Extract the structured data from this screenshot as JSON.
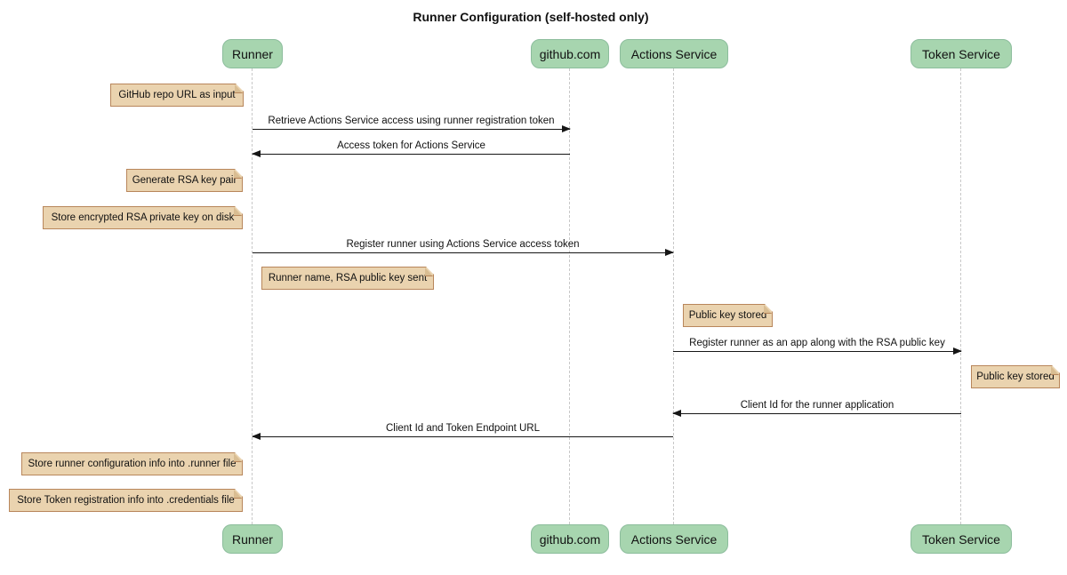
{
  "title": "Runner Configuration (self-hosted only)",
  "colors": {
    "participant_fill": "#A7D5AF",
    "participant_border": "#8CBD9C",
    "note_fill": "#EAD3AF",
    "note_border": "#B8865B",
    "note_fold": "#D9BD92",
    "line_color": "#161616",
    "lifeline_color": "#C8C8C8",
    "text_color": "#111111"
  },
  "participants": [
    {
      "label": "Runner"
    },
    {
      "label": "github.com"
    },
    {
      "label": "Actions Service"
    },
    {
      "label": "Token Service"
    }
  ],
  "messages": [
    {
      "text": "Retrieve Actions Service access using runner registration token",
      "from": "Runner",
      "to": "github.com"
    },
    {
      "text": "Access token for Actions Service",
      "from": "github.com",
      "to": "Runner"
    },
    {
      "text": "Register runner using Actions Service access token",
      "from": "Runner",
      "to": "Actions Service"
    },
    {
      "text": "Register runner as an app along with the RSA public key",
      "from": "Actions Service",
      "to": "Token Service"
    },
    {
      "text": "Client Id for the runner application",
      "from": "Token Service",
      "to": "Actions Service"
    },
    {
      "text": "Client Id and Token Endpoint URL",
      "from": "Actions Service",
      "to": "Runner"
    }
  ],
  "notes": [
    {
      "text": "GitHub repo URL as input",
      "anchor": "Runner",
      "side": "left"
    },
    {
      "text": "Generate RSA key pair",
      "anchor": "Runner",
      "side": "left"
    },
    {
      "text": "Store encrypted RSA private key on disk",
      "anchor": "Runner",
      "side": "left"
    },
    {
      "text": "Runner name, RSA public key sent",
      "anchor": "Runner",
      "side": "right"
    },
    {
      "text": "Public key stored",
      "anchor": "Actions Service",
      "side": "right"
    },
    {
      "text": "Public key stored",
      "anchor": "Token Service",
      "side": "right"
    },
    {
      "text": "Store runner configuration info into .runner file",
      "anchor": "Runner",
      "side": "left"
    },
    {
      "text": "Store Token registration info into .credentials file",
      "anchor": "Runner",
      "side": "left"
    }
  ]
}
